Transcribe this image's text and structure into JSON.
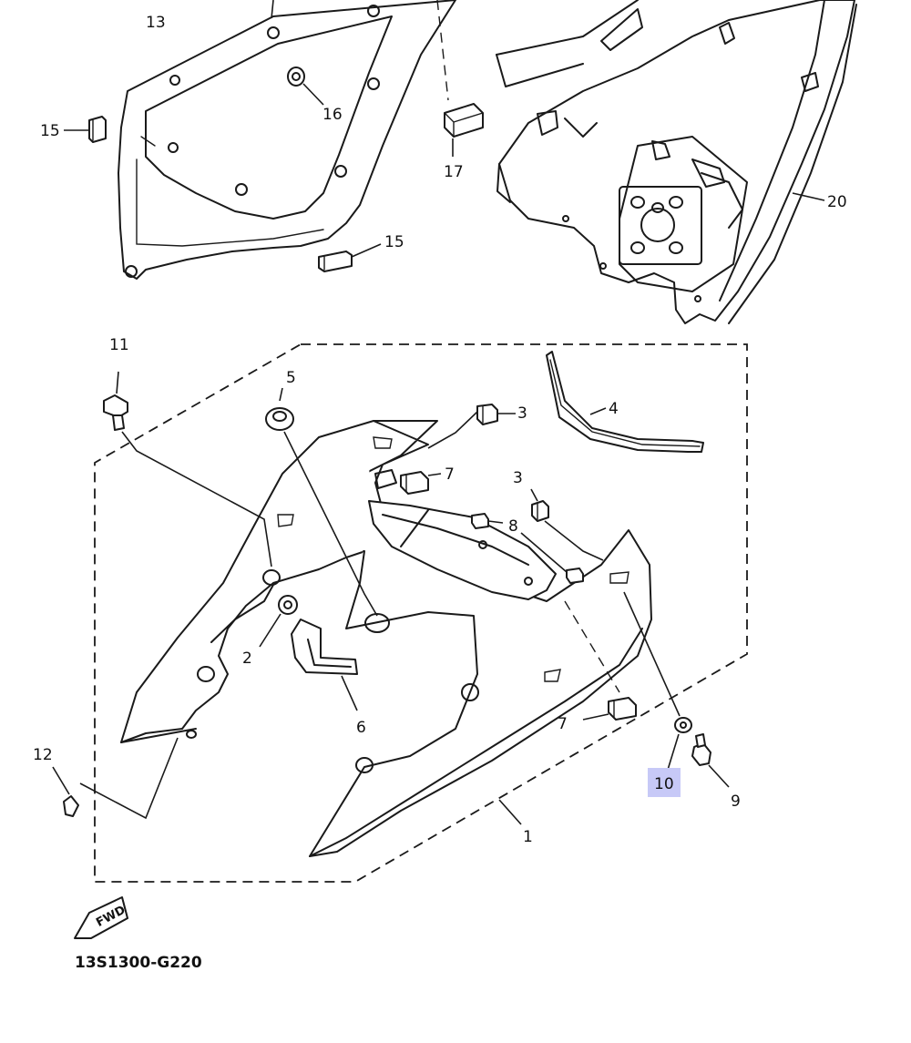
{
  "diagram": {
    "drawing_code": "13S1300-G220",
    "fwd_label": "FWD",
    "highlight_color": "#c7c9f7",
    "callouts": {
      "c1": "1",
      "c2": "2",
      "c3a": "3",
      "c3b": "3",
      "c4": "4",
      "c5": "5",
      "c6": "6",
      "c7a": "7",
      "c7b": "7",
      "c8": "8",
      "c9": "9",
      "c10": "10",
      "c11": "11",
      "c12": "12",
      "c13": "13",
      "c15a": "15",
      "c15b": "15",
      "c16": "16",
      "c17": "17",
      "c20": "20"
    },
    "highlighted_callout": "10"
  }
}
